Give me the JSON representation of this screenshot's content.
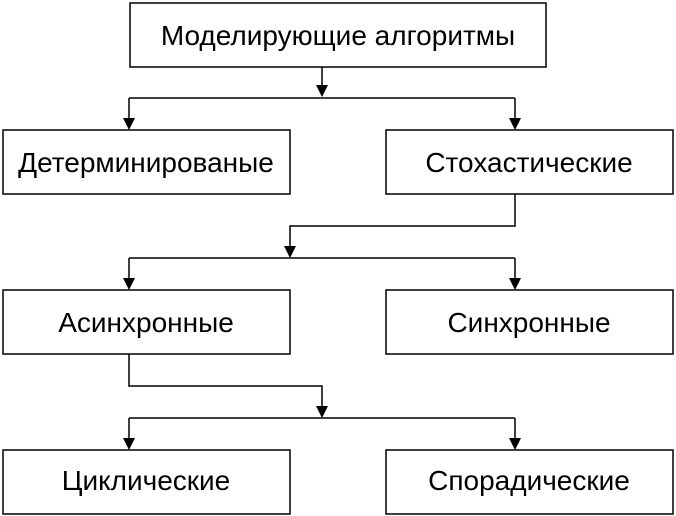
{
  "diagram": {
    "nodes": {
      "root": {
        "label": "Моделирующие алгоритмы"
      },
      "deterministic": {
        "label": "Детерминированые"
      },
      "stochastic": {
        "label": "Стохастические"
      },
      "asynchronous": {
        "label": "Асинхронные"
      },
      "synchronous": {
        "label": "Синхронные"
      },
      "cyclic": {
        "label": "Циклические"
      },
      "sporadic": {
        "label": "Спорадические"
      }
    },
    "edges": [
      {
        "from": "root",
        "to": "deterministic"
      },
      {
        "from": "root",
        "to": "stochastic"
      },
      {
        "from": "stochastic",
        "to": "asynchronous"
      },
      {
        "from": "stochastic",
        "to": "synchronous"
      },
      {
        "from": "asynchronous",
        "to": "cyclic"
      },
      {
        "from": "asynchronous",
        "to": "sporadic"
      }
    ]
  }
}
